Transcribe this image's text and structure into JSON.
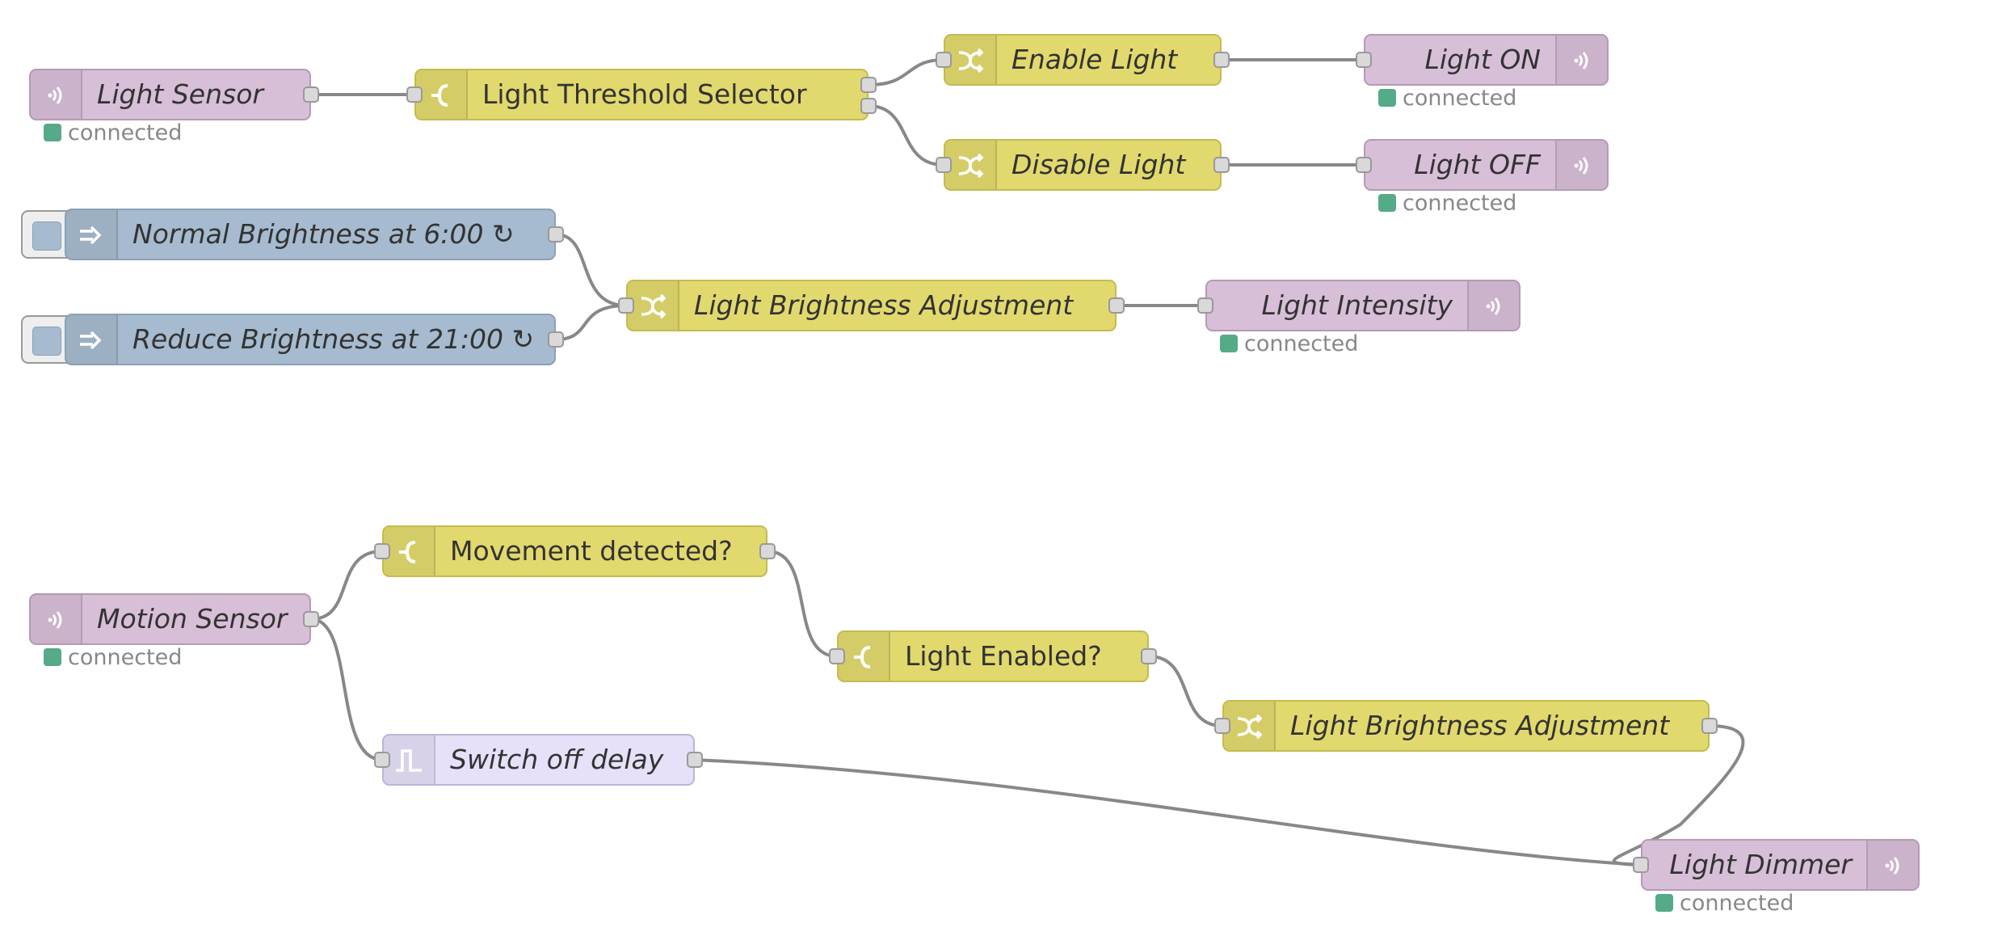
{
  "flows": {
    "light_threshold": {
      "light_sensor": {
        "label": "Light Sensor",
        "status": "connected"
      },
      "threshold_selector": {
        "label": "Light Threshold Selector"
      },
      "enable_light": {
        "label": "Enable Light"
      },
      "disable_light": {
        "label": "Disable Light"
      },
      "light_on": {
        "label": "Light ON",
        "status": "connected"
      },
      "light_off": {
        "label": "Light OFF",
        "status": "connected"
      }
    },
    "brightness_schedule": {
      "normal_brightness": {
        "label": "Normal Brightness at 6:00 ↻"
      },
      "reduce_brightness": {
        "label": "Reduce Brightness at 21:00 ↻"
      },
      "brightness_adjustment": {
        "label": "Light Brightness Adjustment"
      },
      "light_intensity": {
        "label": "Light Intensity",
        "status": "connected"
      }
    },
    "motion": {
      "motion_sensor": {
        "label": "Motion Sensor",
        "status": "connected"
      },
      "movement_detected": {
        "label": "Movement detected?"
      },
      "light_enabled": {
        "label": "Light Enabled?"
      },
      "brightness_adjustment": {
        "label": "Light Brightness Adjustment"
      },
      "switch_off_delay": {
        "label": "Switch off delay"
      },
      "light_dimmer": {
        "label": "Light Dimmer",
        "status": "connected"
      }
    }
  },
  "colors": {
    "mqtt_node": "#d8bfd8",
    "function_node": "#e2d96e",
    "inject_node": "#a6bbcf",
    "trigger_node": "#e6e0f8",
    "wire": "#888888",
    "status_connected": "#55aa88"
  },
  "icons": {
    "mqtt": "radio-waves-icon",
    "switch": "switch-branch-icon",
    "change": "shuffle-icon",
    "inject": "arrow-in-icon",
    "trigger": "pulse-icon"
  }
}
